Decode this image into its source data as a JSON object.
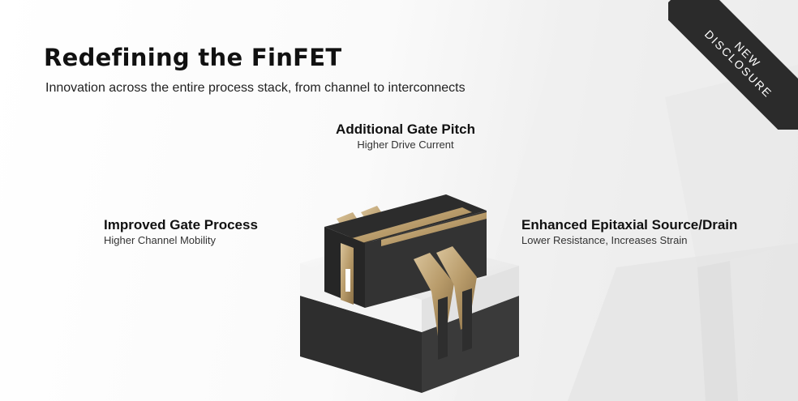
{
  "slide": {
    "title": "Redefining the FinFET",
    "subtitle": "Innovation across the entire process stack, from channel to interconnects"
  },
  "callouts": {
    "top": {
      "heading": "Additional Gate Pitch",
      "detail": "Higher Drive Current"
    },
    "left": {
      "heading": "Improved Gate Process",
      "detail": "Higher Channel Mobility"
    },
    "right": {
      "heading": "Enhanced Epitaxial Source/Drain",
      "detail": "Lower Resistance, Increases Strain"
    }
  },
  "ribbon": {
    "line1": "NEW",
    "line2": "DISCLOSURE"
  },
  "colors": {
    "gold": "#b89b6a",
    "dark": "#2b2b2b",
    "substrate": "#efefef"
  }
}
